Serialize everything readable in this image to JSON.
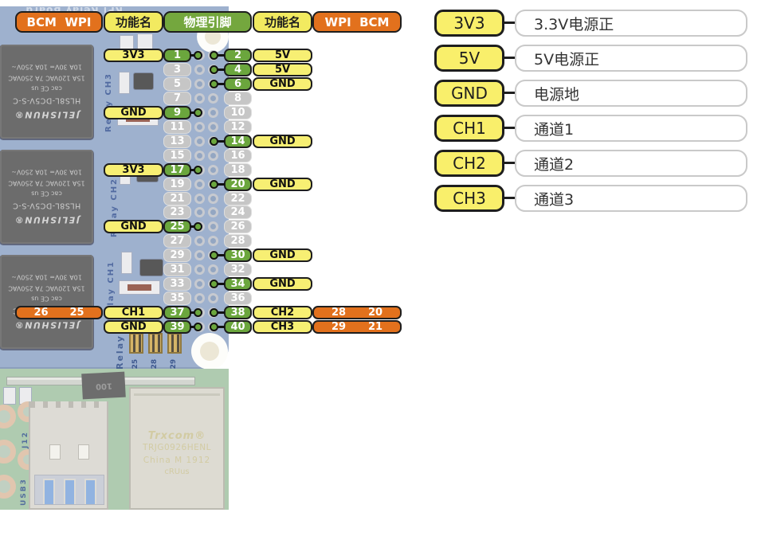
{
  "header": {
    "columns": [
      {
        "label": "BCM  WPI"
      },
      {
        "label": "功能名"
      },
      {
        "label": "物理引脚"
      },
      {
        "label": "功能名"
      },
      {
        "label": "WPI  BCM"
      }
    ]
  },
  "pins": {
    "rows": [
      {
        "l_fn": "3V3",
        "l_pin": "1",
        "l_on": true,
        "r_pin": "2",
        "r_on": true,
        "r_fn": "5V"
      },
      {
        "l_pin": "3",
        "l_on": false,
        "r_pin": "4",
        "r_on": true,
        "r_fn": "5V"
      },
      {
        "l_pin": "5",
        "l_on": false,
        "r_pin": "6",
        "r_on": true,
        "r_fn": "GND"
      },
      {
        "l_pin": "7",
        "l_on": false,
        "r_pin": "8",
        "r_on": false
      },
      {
        "l_fn": "GND",
        "l_pin": "9",
        "l_on": true,
        "r_pin": "10",
        "r_on": false
      },
      {
        "l_pin": "11",
        "l_on": false,
        "r_pin": "12",
        "r_on": false
      },
      {
        "l_pin": "13",
        "l_on": false,
        "r_pin": "14",
        "r_on": true,
        "r_fn": "GND"
      },
      {
        "l_pin": "15",
        "l_on": false,
        "r_pin": "16",
        "r_on": false
      },
      {
        "l_fn": "3V3",
        "l_pin": "17",
        "l_on": true,
        "r_pin": "18",
        "r_on": false
      },
      {
        "l_pin": "19",
        "l_on": false,
        "r_pin": "20",
        "r_on": true,
        "r_fn": "GND"
      },
      {
        "l_pin": "21",
        "l_on": false,
        "r_pin": "22",
        "r_on": false
      },
      {
        "l_pin": "23",
        "l_on": false,
        "r_pin": "24",
        "r_on": false
      },
      {
        "l_fn": "GND",
        "l_pin": "25",
        "l_on": true,
        "r_pin": "26",
        "r_on": false
      },
      {
        "l_pin": "27",
        "l_on": false,
        "r_pin": "28",
        "r_on": false
      },
      {
        "l_pin": "29",
        "l_on": false,
        "r_pin": "30",
        "r_on": true,
        "r_fn": "GND"
      },
      {
        "l_pin": "31",
        "l_on": false,
        "r_pin": "32",
        "r_on": false
      },
      {
        "l_pin": "33",
        "l_on": false,
        "r_pin": "34",
        "r_on": true,
        "r_fn": "GND"
      },
      {
        "l_pin": "35",
        "l_on": false,
        "r_pin": "36",
        "r_on": false
      },
      {
        "l_bcm": "26",
        "l_wpi": "25",
        "l_fn": "CH1",
        "l_pin": "37",
        "l_on": true,
        "r_pin": "38",
        "r_on": true,
        "r_fn": "CH2",
        "r_wpi": "28",
        "r_bcm": "20"
      },
      {
        "l_fn": "GND",
        "l_pin": "39",
        "l_on": true,
        "r_pin": "40",
        "r_on": true,
        "r_fn": "CH3",
        "r_wpi": "29",
        "r_bcm": "21"
      }
    ]
  },
  "legend": {
    "items": [
      {
        "key": "3V3",
        "desc": "3.3V电源正"
      },
      {
        "key": "5V",
        "desc": "5V电源正"
      },
      {
        "key": "GND",
        "desc": "电源地"
      },
      {
        "key": "CH1",
        "desc": "通道1"
      },
      {
        "key": "CH2",
        "desc": "通道2"
      },
      {
        "key": "CH3",
        "desc": "通道3"
      }
    ]
  },
  "photo": {
    "board_title": "RPi Relay Board",
    "relay": {
      "brand": "JELISHUN®",
      "model": "HLS8L-DC5V-S-C",
      "certs": "cac  CE  us",
      "rating1": "10A 30V=  10A 250V~",
      "rating2": "15A 120VAC  7A 250VAC"
    },
    "silk_ch3": "Relay CH3",
    "silk_ch2": "Relay CH2",
    "silk_ch1": "Relay CH1",
    "silk_relay": "Relay",
    "jumper_labels": [
      "P25",
      "P28",
      "P29"
    ],
    "silk_j12": "J12",
    "silk_usb3": "USB3",
    "cap_value": "100",
    "eth": {
      "brand": "Trxcom®",
      "model": "TRJG0926HENL",
      "origin": "China M 1912",
      "cert": "cRUus"
    }
  },
  "colors": {
    "orange": "#e2711d",
    "yellow": "#f7ef73",
    "green": "#6ba63d",
    "gray": "#c6c6c6",
    "legend_yellow": "#f9ef6b",
    "hat_blue": "#8ea5c6",
    "pi_green": "#a2c3a4"
  }
}
